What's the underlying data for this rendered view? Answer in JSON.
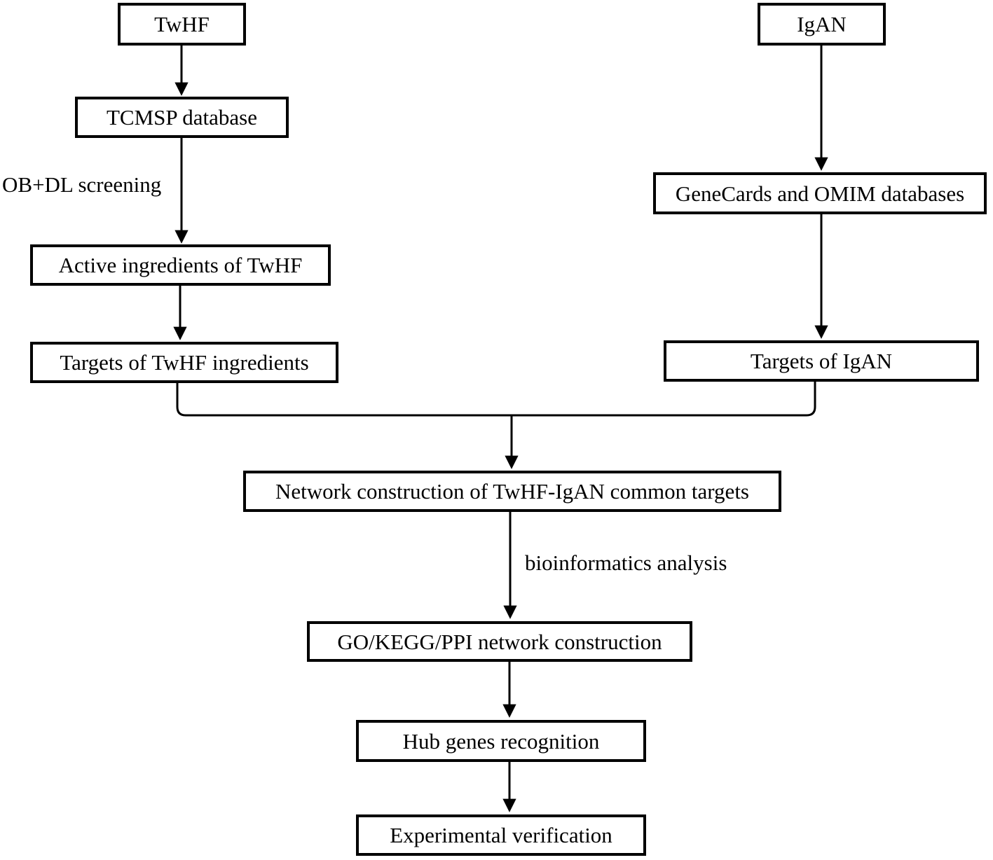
{
  "nodes": {
    "twhf": {
      "label": "TwHF"
    },
    "tcmsp": {
      "label": "TCMSP database"
    },
    "active_ingredients": {
      "label": "Active ingredients of TwHF"
    },
    "twhf_targets": {
      "label": "Targets of TwHF ingredients"
    },
    "igan": {
      "label": "IgAN"
    },
    "genecards_omim": {
      "label": "GeneCards and OMIM databases"
    },
    "igan_targets": {
      "label": "Targets of IgAN"
    },
    "network_construction": {
      "label": "Network construction of TwHF-IgAN common targets"
    },
    "go_kegg_ppi": {
      "label": "GO/KEGG/PPI network construction"
    },
    "hub_genes": {
      "label": "Hub genes recognition"
    },
    "experimental": {
      "label": "Experimental verification"
    }
  },
  "edge_labels": {
    "ob_dl_screening": "OB+DL screening",
    "bioinformatics": "bioinformatics analysis"
  },
  "edges": [
    {
      "from": "TwHF",
      "to": "TCMSP database",
      "label": ""
    },
    {
      "from": "TCMSP database",
      "to": "Active ingredients of TwHF",
      "label": "OB+DL screening"
    },
    {
      "from": "Active ingredients of TwHF",
      "to": "Targets of TwHF ingredients",
      "label": ""
    },
    {
      "from": "IgAN",
      "to": "GeneCards and OMIM databases",
      "label": ""
    },
    {
      "from": "GeneCards and OMIM databases",
      "to": "Targets of IgAN",
      "label": ""
    },
    {
      "from": "Targets of TwHF ingredients",
      "to": "Network construction of TwHF-IgAN common targets",
      "label": ""
    },
    {
      "from": "Targets of IgAN",
      "to": "Network construction of TwHF-IgAN common targets",
      "label": ""
    },
    {
      "from": "Network construction of TwHF-IgAN common targets",
      "to": "GO/KEGG/PPI network construction",
      "label": "bioinformatics analysis"
    },
    {
      "from": "GO/KEGG/PPI network construction",
      "to": "Hub genes recognition",
      "label": ""
    },
    {
      "from": "Hub genes recognition",
      "to": "Experimental verification",
      "label": ""
    }
  ],
  "colors": {
    "stroke": "#000000",
    "box_fill": "#ffffff",
    "background": "#ffffff"
  }
}
